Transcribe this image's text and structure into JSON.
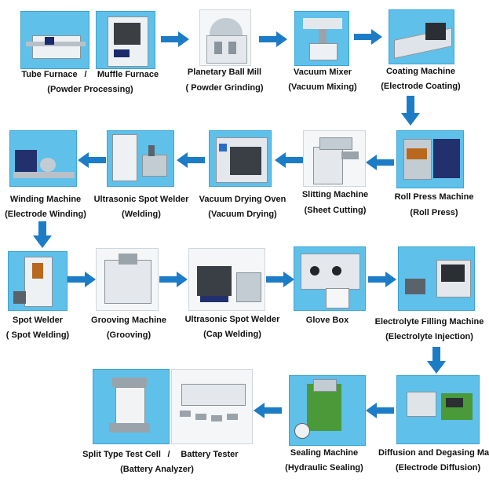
{
  "accent": "#1c7cc6",
  "step1": {
    "name_a": "Tube Furnace",
    "sep": "/",
    "name_b": "Muffle Furnace",
    "sub": "(Powder Processing)"
  },
  "step2": {
    "name": "Planetary  Ball Mill",
    "sub": "( Powder Grinding)"
  },
  "step3": {
    "name": "Vacuum Mixer",
    "sub": "(Vacuum Mixing)"
  },
  "step4": {
    "name": "Coating Machine",
    "sub": "(Electrode Coating)"
  },
  "step5": {
    "name": "Roll Press Machine",
    "sub": "(Roll Press)"
  },
  "step6": {
    "name": "Slitting Machine",
    "sub": "(Sheet Cutting)"
  },
  "step7": {
    "name": "Vacuum Drying Oven",
    "sub": "(Vacuum Drying)"
  },
  "step8": {
    "name": "Ultrasonic Spot Welder",
    "sub": "(Welding)"
  },
  "step9": {
    "name": "Winding Machine",
    "sub": "(Electrode Winding)"
  },
  "step10": {
    "name": "Spot Welder",
    "sub": "( Spot Welding)"
  },
  "step11": {
    "name": "Grooving Machine",
    "sub": "(Grooving)"
  },
  "step12": {
    "name": "Ultrasonic  Spot Welder",
    "sub": "(Cap Welding)"
  },
  "step13": {
    "name": "Glove Box",
    "sub": ""
  },
  "step14": {
    "name": "Electrolyte Filling Machine",
    "sub": "(Electrolyte Injection)"
  },
  "step15": {
    "name": "Diffusion and Degasing Ma",
    "sub": "(Electrode Diffusion)"
  },
  "step16": {
    "name": "Sealing Machine",
    "sub": "(Hydraulic Sealing)"
  },
  "step17": {
    "name_a": "Split Type  Test Cell",
    "sep": "/",
    "name_b": "Battery Tester",
    "sub": "(Battery Analyzer)"
  }
}
